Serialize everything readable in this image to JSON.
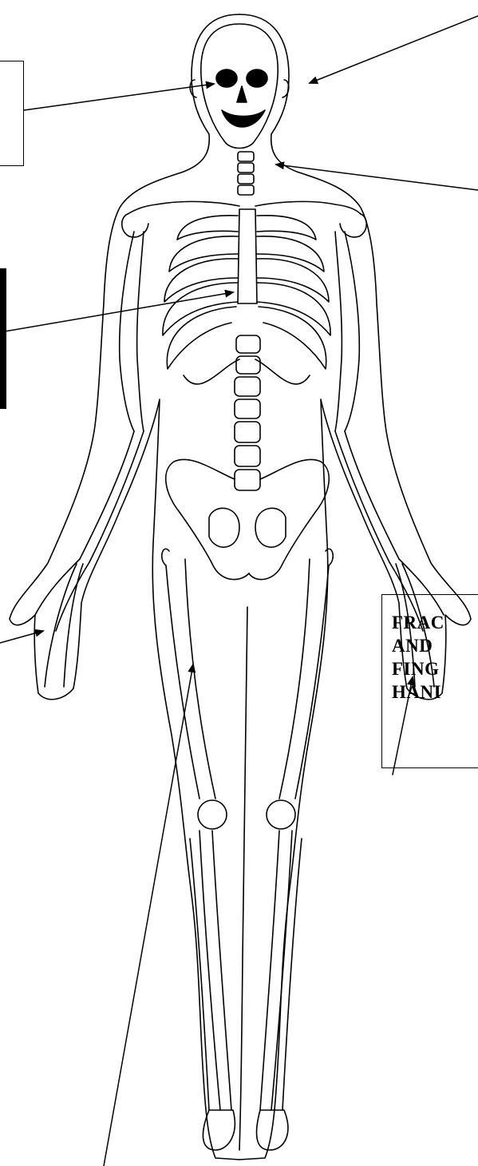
{
  "diagram": {
    "callouts": {
      "hand": {
        "lines": [
          "FRAC",
          "AND",
          "FING",
          "HANI"
        ]
      }
    }
  },
  "colors": {
    "line": "#000000",
    "background": "#ffffff"
  },
  "icons": [
    "arrow-head"
  ]
}
